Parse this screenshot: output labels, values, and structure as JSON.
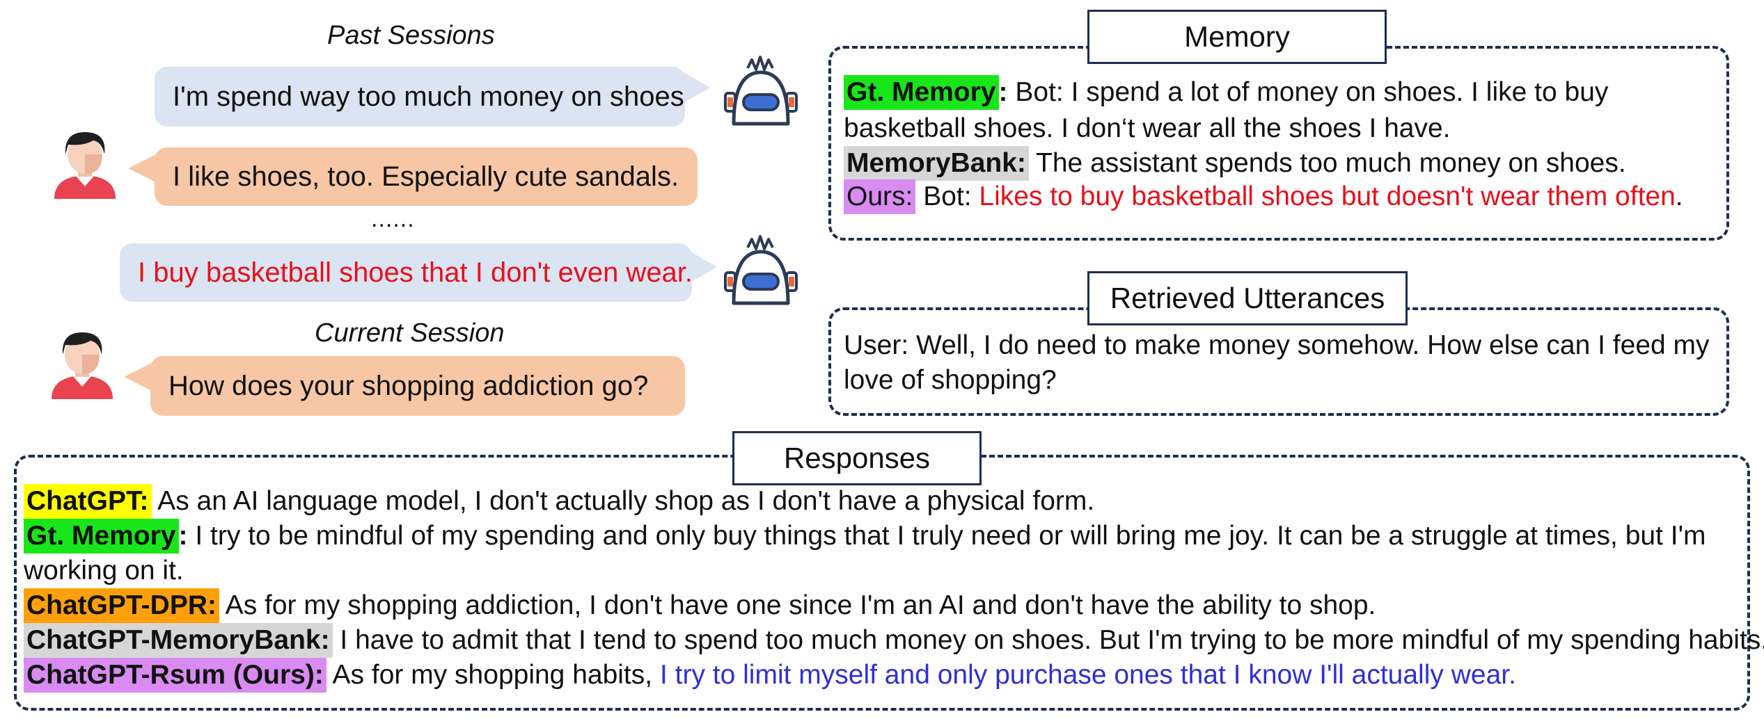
{
  "past_sessions": {
    "title": "Past Sessions",
    "bubbles": [
      {
        "speaker": "bot",
        "text": "I'm spend way too much money on shoes"
      },
      {
        "speaker": "user",
        "text": "I like shoes, too. Especially cute sandals."
      },
      {
        "speaker": "bot",
        "text": "I buy basketball shoes that I don't even wear.",
        "color": "#e8101a"
      }
    ],
    "ellipsis": "......"
  },
  "current_session": {
    "title": "Current Session",
    "bubble": {
      "speaker": "user",
      "text": "How does your shopping addiction go?"
    }
  },
  "memory": {
    "title": "Memory",
    "entries": [
      {
        "label": "Gt. Memory",
        "colon": ":",
        "line1": " Bot: I spend a lot of money on shoes. I like to buy",
        "line2": "basketball shoes. I don‘t wear all the shoes I have.",
        "label_color": "#19e61a"
      },
      {
        "label": "MemoryBank:",
        "text": " The assistant spends too much money on shoes.",
        "label_color": "#d6d6d6"
      },
      {
        "label": "Ours:",
        "prefix": " Bot: ",
        "highlight": "Likes to buy basketball shoes but doesn't wear them often",
        "suffix": ".",
        "label_color": "#d98bf2",
        "highlight_color": "#e8101a"
      }
    ]
  },
  "retrieved": {
    "title": "Retrieved Utterances",
    "line1": "User: Well, I do need to make money somehow. How else can I feed my",
    "line2": "love of shopping?"
  },
  "responses": {
    "title": "Responses",
    "entries": [
      {
        "label": "ChatGPT:",
        "text": " As an AI language model, I don't actually shop as I don't have a physical form.",
        "label_color": "#ffff00"
      },
      {
        "label": "Gt. Memory",
        "colon": ":",
        "line1": " I try to be mindful of my spending and only buy things that I truly need or will bring me joy. It can be a struggle at times, but I'm",
        "line2": "working on it.",
        "label_color": "#19e61a"
      },
      {
        "label": "ChatGPT-DPR:",
        "text": " As for my shopping addiction, I don't have one since I'm an AI and don't have the ability to shop.",
        "label_color": "#ff9f0a"
      },
      {
        "label": "ChatGPT-MemoryBank:",
        "text": " I have to admit that I tend to spend too much money on shoes. But I'm trying to be more mindful of my spending habits.",
        "label_color": "#d6d6d6"
      },
      {
        "label": "ChatGPT-Rsum (Ours):",
        "prefix": " As for my shopping habits, ",
        "highlight": "I try to limit myself and only purchase ones that I know I'll actually wear.",
        "label_color": "#d98bf2",
        "highlight_color": "#2f2fd6"
      }
    ]
  },
  "icons": {
    "user": "person-avatar-icon",
    "bot": "robot-head-icon"
  }
}
